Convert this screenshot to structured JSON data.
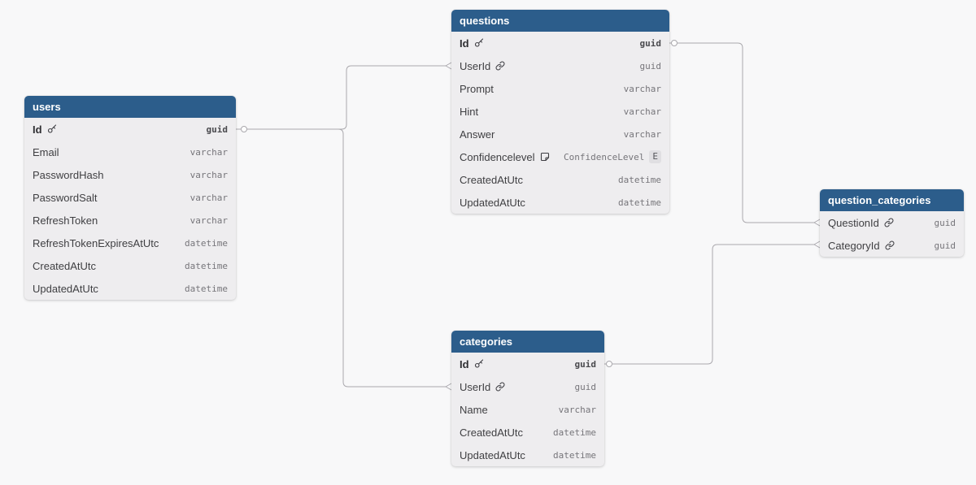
{
  "app": {
    "view": "database-schema-diagram",
    "colors": {
      "canvas_background": "#f8f8f9",
      "table_header": "#2c5d8b",
      "table_row_background": "#eeedef",
      "relation_line": "#aaa8ad"
    }
  },
  "tables": [
    {
      "title": "users",
      "columns": [
        {
          "name": "Id",
          "type": "guid",
          "icon": "primary-key",
          "primary": true
        },
        {
          "name": "Email",
          "type": "varchar"
        },
        {
          "name": "PasswordHash",
          "type": "varchar"
        },
        {
          "name": "PasswordSalt",
          "type": "varchar"
        },
        {
          "name": "RefreshToken",
          "type": "varchar"
        },
        {
          "name": "RefreshTokenExpiresAtUtc",
          "type": "datetime"
        },
        {
          "name": "CreatedAtUtc",
          "type": "datetime"
        },
        {
          "name": "UpdatedAtUtc",
          "type": "datetime"
        }
      ]
    },
    {
      "title": "questions",
      "columns": [
        {
          "name": "Id",
          "type": "guid",
          "icon": "primary-key",
          "primary": true
        },
        {
          "name": "UserId",
          "type": "guid",
          "icon": "foreign-key"
        },
        {
          "name": "Prompt",
          "type": "varchar"
        },
        {
          "name": "Hint",
          "type": "varchar"
        },
        {
          "name": "Answer",
          "type": "varchar"
        },
        {
          "name": "Confidencelevel",
          "type": "ConfidenceLevel",
          "icon": "note",
          "enum_badge": "E"
        },
        {
          "name": "CreatedAtUtc",
          "type": "datetime"
        },
        {
          "name": "UpdatedAtUtc",
          "type": "datetime"
        }
      ]
    },
    {
      "title": "question_categories",
      "columns": [
        {
          "name": "QuestionId",
          "type": "guid",
          "icon": "foreign-key"
        },
        {
          "name": "CategoryId",
          "type": "guid",
          "icon": "foreign-key"
        }
      ]
    },
    {
      "title": "categories",
      "columns": [
        {
          "name": "Id",
          "type": "guid",
          "icon": "primary-key",
          "primary": true
        },
        {
          "name": "UserId",
          "type": "guid",
          "icon": "foreign-key"
        },
        {
          "name": "Name",
          "type": "varchar"
        },
        {
          "name": "CreatedAtUtc",
          "type": "datetime"
        },
        {
          "name": "UpdatedAtUtc",
          "type": "datetime"
        }
      ]
    }
  ],
  "relations": [
    {
      "from": "users.Id",
      "to": "questions.UserId"
    },
    {
      "from": "users.Id",
      "to": "categories.UserId"
    },
    {
      "from": "questions.Id",
      "to": "question_categories.QuestionId"
    },
    {
      "from": "categories.Id",
      "to": "question_categories.CategoryId"
    }
  ]
}
